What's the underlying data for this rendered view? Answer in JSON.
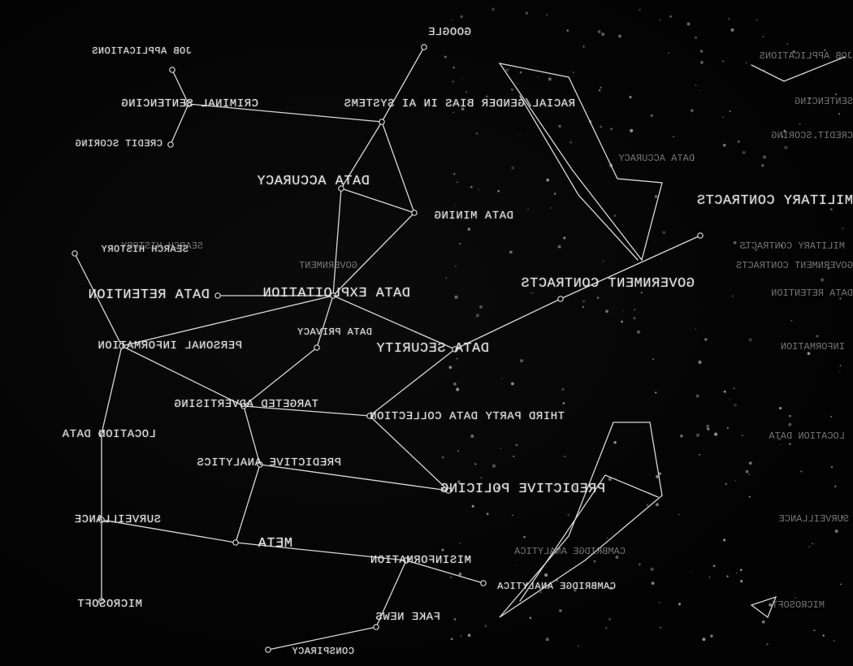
{
  "nodes": [
    {
      "id": "google",
      "label": "GOOGLE"
    },
    {
      "id": "job_applications",
      "label": "JOB APPLICATIONS"
    },
    {
      "id": "criminal_sentencing",
      "label": "CRIMINAL SENTENCING"
    },
    {
      "id": "credit_scoring",
      "label": "CREDIT SCORING"
    },
    {
      "id": "racial_gender_bias",
      "label": "RACIAL/GENDER BIAS IN AI SYSTEMS"
    },
    {
      "id": "data_accuracy",
      "label": "DATA ACCURACY"
    },
    {
      "id": "data_mining",
      "label": "DATA MINING"
    },
    {
      "id": "search_history",
      "label": "SEARCH HISTORY"
    },
    {
      "id": "data_retention",
      "label": "DATA RETENTION"
    },
    {
      "id": "data_exploitation",
      "label": "DATA EXPLOITATION"
    },
    {
      "id": "government_contracts",
      "label": "GOVERNMENT CONTRACTS"
    },
    {
      "id": "personal_information",
      "label": "PERSONAL INFORMATION"
    },
    {
      "id": "data_privacy",
      "label": "DATA PRIVACY"
    },
    {
      "id": "data_security",
      "label": "DATA SECURITY"
    },
    {
      "id": "targeted_advertising",
      "label": "TARGETED ADVERTISING"
    },
    {
      "id": "third_party_data",
      "label": "THIRD PARTY DATA COLLECTION"
    },
    {
      "id": "location_data",
      "label": "LOCATION DATA"
    },
    {
      "id": "predictive_analytics",
      "label": "PREDICTIVE ANALYTICS"
    },
    {
      "id": "predictive_policing",
      "label": "PREDICTIVE POLICING"
    },
    {
      "id": "surveillance",
      "label": "SURVEILLANCE"
    },
    {
      "id": "meta",
      "label": "META"
    },
    {
      "id": "misinformation",
      "label": "MISINFORMATION"
    },
    {
      "id": "cambridge_analytica",
      "label": "CAMBRIDGE ANALYTICA"
    },
    {
      "id": "microsoft",
      "label": "MICROSOFT"
    },
    {
      "id": "fake_news",
      "label": "FAKE NEWS"
    },
    {
      "id": "conspiracy",
      "label": "CONSPIRACY"
    },
    {
      "id": "military_contracts",
      "label": "MILITARY CONTRACTS"
    }
  ],
  "edges": [
    [
      "job_applications",
      "criminal_sentencing"
    ],
    [
      "criminal_sentencing",
      "credit_scoring"
    ],
    [
      "criminal_sentencing",
      "racial_gender_bias"
    ],
    [
      "google",
      "racial_gender_bias"
    ],
    [
      "racial_gender_bias",
      "data_accuracy"
    ],
    [
      "racial_gender_bias",
      "data_mining"
    ],
    [
      "data_accuracy",
      "data_mining"
    ],
    [
      "data_accuracy",
      "data_exploitation"
    ],
    [
      "data_mining",
      "data_exploitation"
    ],
    [
      "data_retention",
      "data_exploitation"
    ],
    [
      "search_history",
      "personal_information"
    ],
    [
      "data_exploitation",
      "personal_information"
    ],
    [
      "data_exploitation",
      "data_privacy"
    ],
    [
      "data_exploitation",
      "data_security"
    ],
    [
      "government_contracts",
      "data_security"
    ],
    [
      "personal_information",
      "location_data"
    ],
    [
      "personal_information",
      "targeted_advertising"
    ],
    [
      "data_privacy",
      "targeted_advertising"
    ],
    [
      "targeted_advertising",
      "third_party_data"
    ],
    [
      "targeted_advertising",
      "predictive_analytics"
    ],
    [
      "data_security",
      "third_party_data"
    ],
    [
      "third_party_data",
      "predictive_policing"
    ],
    [
      "predictive_analytics",
      "predictive_policing"
    ],
    [
      "predictive_analytics",
      "meta"
    ],
    [
      "location_data",
      "surveillance"
    ],
    [
      "surveillance",
      "meta"
    ],
    [
      "surveillance",
      "microsoft"
    ],
    [
      "meta",
      "misinformation"
    ],
    [
      "misinformation",
      "cambridge_analytica"
    ],
    [
      "misinformation",
      "fake_news"
    ],
    [
      "fake_news",
      "conspiracy"
    ],
    [
      "government_contracts",
      "military_contracts"
    ]
  ],
  "ghost_labels": [
    {
      "id": "g1",
      "label": "JOB APPLICATIONS"
    },
    {
      "id": "g2",
      "label": "SENTENCING"
    },
    {
      "id": "g3",
      "label": "CREDIT SCORING"
    },
    {
      "id": "g4",
      "label": "DATA ACCURACY"
    },
    {
      "id": "g5",
      "label": "MILITARY CONTRACTS"
    },
    {
      "id": "g6",
      "label": "GOVERNMENT CONTRACTS"
    },
    {
      "id": "g7",
      "label": "DATA RETENTION"
    },
    {
      "id": "g8",
      "label": "INFORMATION"
    },
    {
      "id": "g9",
      "label": "LOCATION DATA"
    },
    {
      "id": "g10",
      "label": "SURVEILLANCE"
    },
    {
      "id": "g11",
      "label": "MICROSOFT"
    },
    {
      "id": "g12",
      "label": "CAMBRIDGE ANALYTICA"
    },
    {
      "id": "g13",
      "label": "GOVERNMENT"
    },
    {
      "id": "g14",
      "label": "SEARCH HISTORY"
    }
  ]
}
